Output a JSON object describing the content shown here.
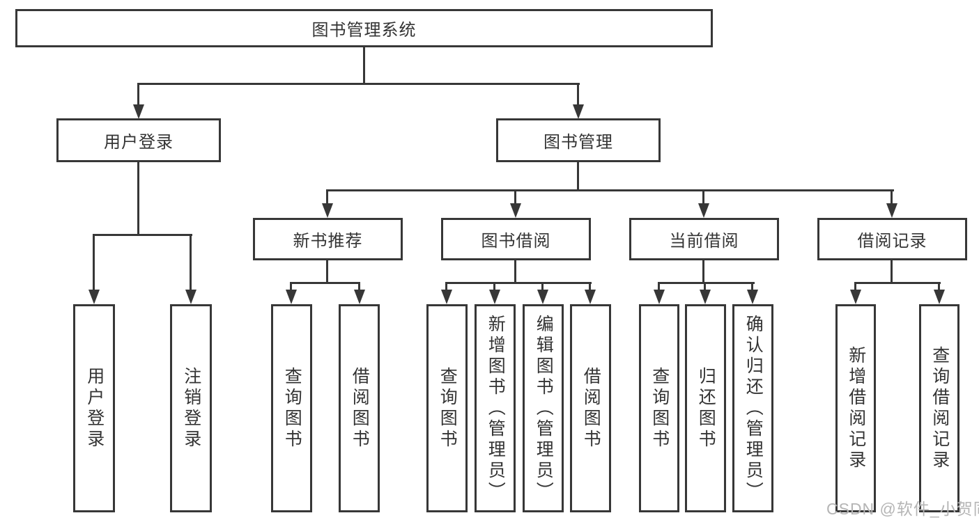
{
  "tree": {
    "root": {
      "label": "图书管理系统"
    },
    "login": {
      "label": "用户登录",
      "children": [
        {
          "label": "用户登录"
        },
        {
          "label": "注销登录"
        }
      ]
    },
    "management": {
      "label": "图书管理",
      "groups": [
        {
          "label": "新书推荐",
          "children": [
            {
              "label": "查询图书"
            },
            {
              "label": "借阅图书"
            }
          ]
        },
        {
          "label": "图书借阅",
          "children": [
            {
              "label": "查询图书"
            },
            {
              "label": "新增图书（管理员）"
            },
            {
              "label": "编辑图书（管理员）"
            },
            {
              "label": "借阅图书"
            }
          ]
        },
        {
          "label": "当前借阅",
          "children": [
            {
              "label": "查询图书"
            },
            {
              "label": "归还图书"
            },
            {
              "label": "确认归还（管理员）"
            }
          ]
        },
        {
          "label": "借阅记录",
          "children": [
            {
              "label": "新增借阅记录"
            },
            {
              "label": "查询借阅记录"
            }
          ]
        }
      ]
    }
  },
  "watermark": {
    "text": "CSDN @软件_小贺同学"
  },
  "colors": {
    "line": "#373737",
    "text": "#333333",
    "watermark": "#b5b5b5",
    "background": "#ffffff"
  }
}
